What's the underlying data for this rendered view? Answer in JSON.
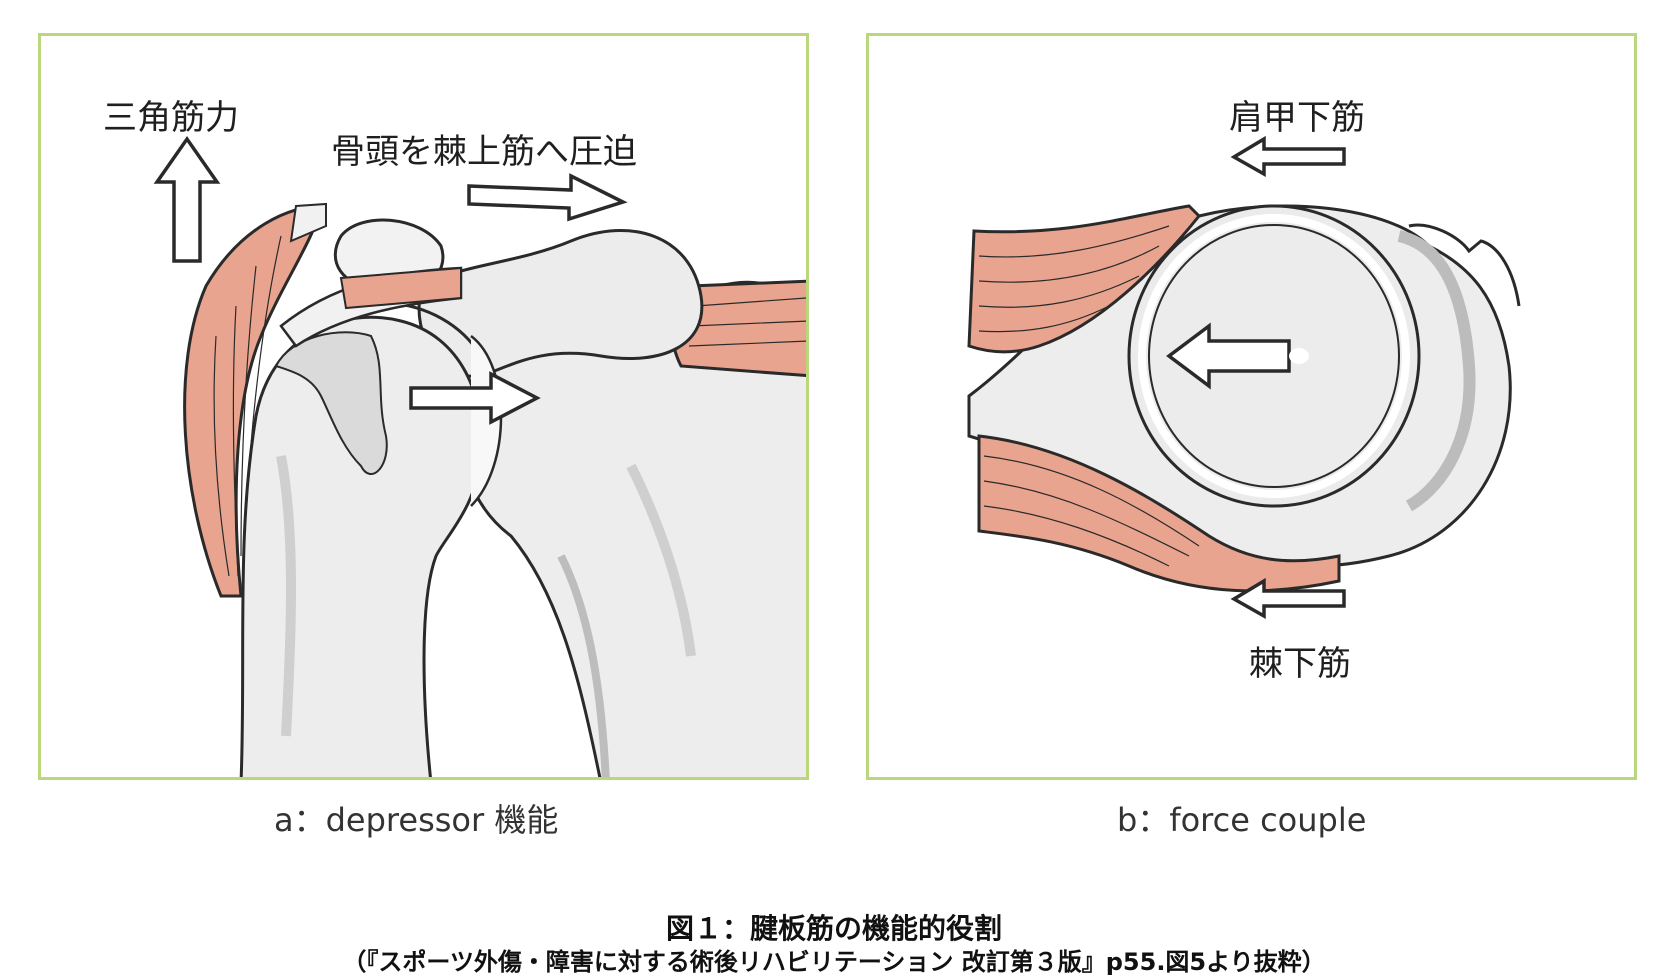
{
  "panel_a": {
    "label_deltoid": "三角筋力",
    "label_compress": "骨頭を棘上筋へ圧迫",
    "caption": "a：depressor 機能"
  },
  "panel_b": {
    "label_subscapularis": "肩甲下筋",
    "label_infraspinatus": "棘下筋",
    "caption": "b：force couple"
  },
  "figure": {
    "title": "図１：腱板筋の機能的役割",
    "source": "（『スポーツ外傷・障害に対する術後リハビリテーション 改訂第３版』p55.図5より抜粋）"
  },
  "colors": {
    "frame": "#b9d77c",
    "bone": "#ededed",
    "bone_shadow": "#cfcfcf",
    "muscle": "#e8a48e",
    "outline": "#2a2a2a"
  }
}
